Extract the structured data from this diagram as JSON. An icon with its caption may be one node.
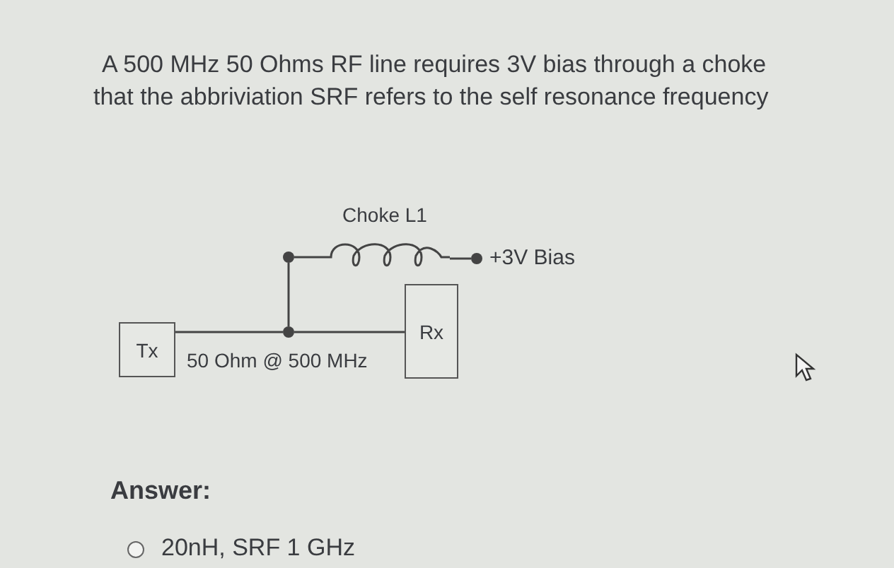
{
  "diagram": {
    "nodes": [
      {
        "text": [
          "Tx"
        ]
      },
      {
        "text": [
          "Rx"
        ]
      },
      {
        "text": [],
        "shape": "circle"
      },
      {
        "text": [],
        "shape": "circle"
      },
      {
        "text": [
          "Choke L1"
        ]
      },
      {
        "text": [],
        "shape": "circle",
        "beside": [
          "+3V Bias"
        ]
      }
    ],
    "edges": [
      {
        "from": 0,
        "to": 3,
        "arrow": "none"
      },
      {
        "from": 3,
        "to": 1,
        "arrow": "none"
      },
      {
        "from": 3,
        "to": 2,
        "arrow": "none"
      },
      {
        "from": 2,
        "to": 4,
        "arrow": "none"
      },
      {
        "from": 4,
        "to": 5,
        "arrow": "none"
      }
    ],
    "labels": [
      "A 500 MHz 50 Ohms RF line requires 3V bias through a choke",
      "that the abbriviation SRF refers to the self resonance frequency",
      "50 Ohm @ 500 MHz",
      "Answer:",
      "20nH, SRF 1 GHz"
    ]
  }
}
